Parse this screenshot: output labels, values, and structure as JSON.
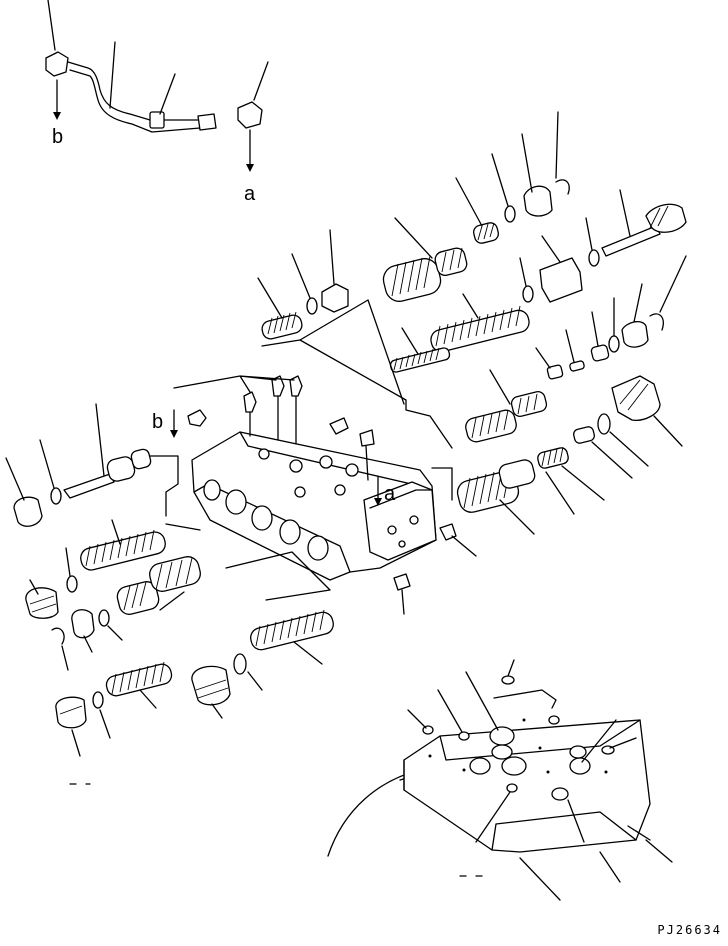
{
  "labels": {
    "b_top": "b",
    "a_top": "a",
    "b_mid": "b",
    "a_mid": "a"
  },
  "drawing_code": "PJ26634"
}
